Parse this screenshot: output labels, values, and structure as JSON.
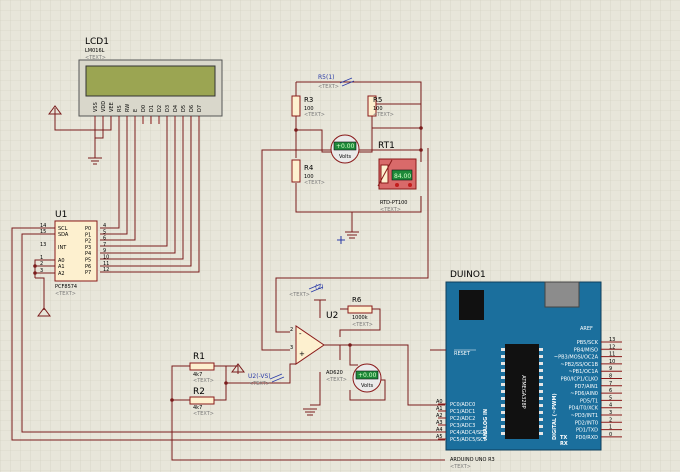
{
  "lcd": {
    "ref": "LCD1",
    "part": "LM016L",
    "text": "<TEXT>",
    "pins": [
      "VSS",
      "VDD",
      "VEE",
      "RS",
      "RW",
      "E",
      "D0",
      "D1",
      "D2",
      "D3",
      "D4",
      "D5",
      "D6",
      "D7"
    ]
  },
  "u1": {
    "ref": "U1",
    "part": "PCF8574",
    "text": "<TEXT>",
    "left_pins": [
      "SCL",
      "SDA",
      "INT",
      "A0",
      "A1",
      "A2"
    ],
    "left_nums": [
      "14",
      "15",
      "13",
      "1",
      "2",
      "3"
    ],
    "right_pins": [
      "P0",
      "P1",
      "P2",
      "P3",
      "P4",
      "P5",
      "P6",
      "P7"
    ],
    "right_nums": [
      "4",
      "5",
      "6",
      "7",
      "9",
      "10",
      "11",
      "12"
    ]
  },
  "r5_1": {
    "label": "R5(1)",
    "text": "<TEXT>"
  },
  "r3": {
    "ref": "R3",
    "value": "100",
    "text": "<TEXT>"
  },
  "r5": {
    "ref": "R5",
    "value": "100",
    "text": "<TEXT>"
  },
  "r4": {
    "ref": "R4",
    "value": "100",
    "text": "<TEXT>"
  },
  "volt_meter1": {
    "reading": "+0.00",
    "unit": "Volts"
  },
  "rt1": {
    "ref": "RT1",
    "reading": "84.00",
    "part": "RTD-PT100",
    "text": "<TEXT>"
  },
  "probe": {
    "label": "(2)",
    "text": "<TEXT>"
  },
  "r6": {
    "ref": "R6",
    "value": "1000k",
    "text": "<TEXT>"
  },
  "u2": {
    "ref": "U2",
    "part": "AD620",
    "text": "<TEXT>",
    "minus": "-",
    "plus": "+"
  },
  "volt_meter2": {
    "reading": "+0.00",
    "unit": "Volts"
  },
  "r1": {
    "ref": "R1",
    "value": "4k7",
    "text": "<TEXT>"
  },
  "r2": {
    "ref": "R2",
    "value": "4k7",
    "text": "<TEXT>"
  },
  "probe2": {
    "label": "U2(-VS)",
    "text": "<TEXT>"
  },
  "arduino": {
    "ref": "DUINO1",
    "part": "ARDUINO UNO R3",
    "text": "<TEXT>",
    "reset": "RESET",
    "aref": "AREF",
    "analog_in": "ANALOG IN",
    "digital": "DIGITAL (~PWM)",
    "left_pins": [
      "A0",
      "A1",
      "A2",
      "A3",
      "A4",
      "A5"
    ],
    "analog_labels": [
      "PC0/ADC0",
      "PC1/ADC1",
      "PC2/ADC2",
      "PC3/ADC3",
      "PC4/ADC4/SDA",
      "PC5/ADC5/SCL"
    ],
    "right_labels": [
      "PB5/SCK",
      "PB4/MISO",
      "~PB3/MOSI/OC2A",
      "~PB2/SS/OC1B",
      "~PB1/OC1A",
      "PB0/ICP1/CLKO",
      "PD7/AIN1",
      "~PD6/AIN0",
      "PD5/T1",
      "PD4/T0/XCK",
      "~PD3/INT1",
      "PD2/INT0",
      "PD1/TXD",
      "PD0/RXD"
    ],
    "right_nums": [
      "13",
      "12",
      "11",
      "10",
      "9",
      "8",
      "7",
      "6",
      "5",
      "4",
      "3",
      "2",
      "1",
      "0"
    ],
    "tx": "TX",
    "rx": "RX",
    "chip_text": "ATMEGA328P"
  },
  "colors": {
    "background": "#e8e6da",
    "grid": "#cfcdbd",
    "wire": "#7a1c1c",
    "arduino": "#1b6f9d",
    "lcd_screen": "#9ba552",
    "meter_screen": "#1e8a3a"
  }
}
